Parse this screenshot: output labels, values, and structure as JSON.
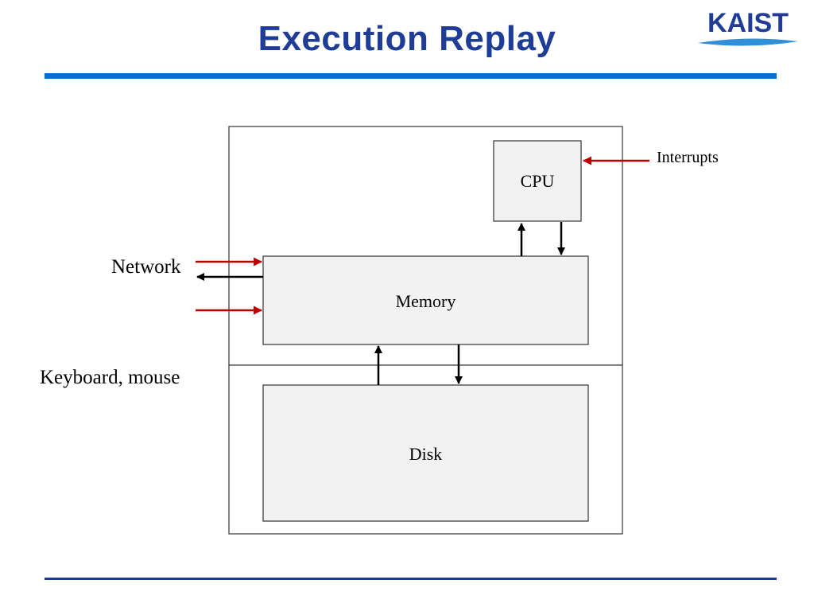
{
  "slide": {
    "title": "Execution Replay",
    "logo_text": "KAIST"
  },
  "diagram": {
    "blocks": {
      "cpu": "CPU",
      "memory": "Memory",
      "disk": "Disk"
    },
    "inputs": {
      "interrupts": "Interrupts",
      "network": "Network",
      "keyboard_mouse": "Keyboard, mouse"
    }
  },
  "colors": {
    "title": "#1f3d96",
    "top_rule": "#0a6ecf",
    "bottom_rule": "#1a3f8f",
    "input_arrow": "#c00000",
    "box_fill": "#f2f2f2",
    "box_stroke": "#333333"
  }
}
